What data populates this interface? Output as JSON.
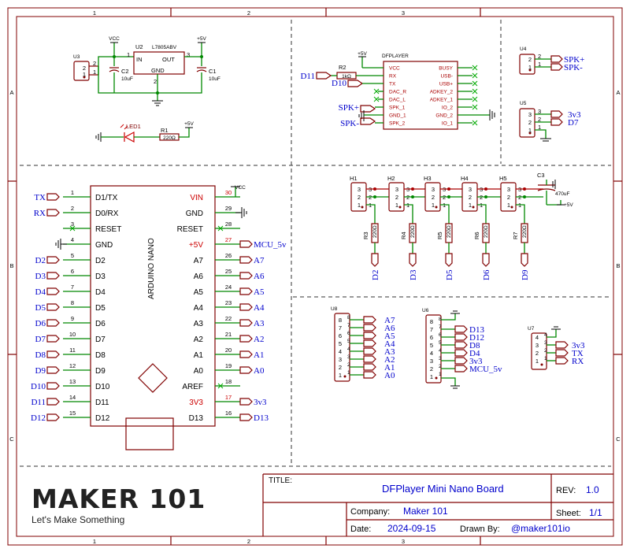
{
  "frame": {
    "columns": [
      "1",
      "2",
      "3"
    ],
    "rows": [
      "A",
      "B",
      "C"
    ]
  },
  "power": {
    "u3": "U3",
    "u2": "U2",
    "regulator": "L7805ABV",
    "in": "IN",
    "out": "OUT",
    "gnd": "GND",
    "pin1": "1",
    "pin2": "2",
    "pin3": "3",
    "vcc": "VCC",
    "plus5v": "+5V",
    "c2": "C2",
    "c2v": "10uF",
    "c1": "C1",
    "c1v": "10uF",
    "led1": "LED1",
    "r1": "R1",
    "r1v": "220Ω"
  },
  "dfplayer": {
    "title": "DFPLAYER",
    "r2": "R2",
    "r2v": "1kΩ",
    "vcc": "+5V",
    "left_pins": [
      "VCC",
      "RX",
      "TX",
      "DAC_R",
      "DAC_L",
      "SPK_1",
      "GND_1",
      "SPK_2"
    ],
    "right_pins": [
      "BUSY",
      "USB-",
      "USB+",
      "ADKEY_2",
      "ADKEY_1",
      "IO_2",
      "GND_2",
      "IO_1"
    ],
    "nets": {
      "d11": "D11",
      "d10": "D10",
      "spkp": "SPK+",
      "spkm": "SPK-"
    }
  },
  "u4": {
    "ref": "U4",
    "pins": [
      "2",
      "1"
    ],
    "nets": [
      "SPK+",
      "SPK-"
    ]
  },
  "u5": {
    "ref": "U5",
    "pins": [
      "3",
      "2",
      "1"
    ],
    "nets": [
      "3v3",
      "D7"
    ]
  },
  "nano": {
    "name": "ARDUINO NANO",
    "left": [
      {
        "net": "TX",
        "num": "1",
        "pin": "D1/TX"
      },
      {
        "net": "RX",
        "num": "2",
        "pin": "D0/RX"
      },
      {
        "net": "",
        "num": "3",
        "pin": "RESET"
      },
      {
        "net": "",
        "num": "4",
        "pin": "GND"
      },
      {
        "net": "D2",
        "num": "5",
        "pin": "D2"
      },
      {
        "net": "D3",
        "num": "6",
        "pin": "D3"
      },
      {
        "net": "D4",
        "num": "7",
        "pin": "D4"
      },
      {
        "net": "D5",
        "num": "8",
        "pin": "D5"
      },
      {
        "net": "D6",
        "num": "9",
        "pin": "D6"
      },
      {
        "net": "D7",
        "num": "10",
        "pin": "D7"
      },
      {
        "net": "D8",
        "num": "11",
        "pin": "D8"
      },
      {
        "net": "D9",
        "num": "12",
        "pin": "D9"
      },
      {
        "net": "D10",
        "num": "13",
        "pin": "D10"
      },
      {
        "net": "D11",
        "num": "14",
        "pin": "D11"
      },
      {
        "net": "D12",
        "num": "15",
        "pin": "D12"
      }
    ],
    "right": [
      {
        "net": "VCC",
        "num": "30",
        "pin": "VIN"
      },
      {
        "net": "",
        "num": "29",
        "pin": "GND"
      },
      {
        "net": "",
        "num": "28",
        "pin": "RESET"
      },
      {
        "net": "MCU_5v",
        "num": "27",
        "pin": "+5V"
      },
      {
        "net": "A7",
        "num": "26",
        "pin": "A7"
      },
      {
        "net": "A6",
        "num": "25",
        "pin": "A6"
      },
      {
        "net": "A5",
        "num": "24",
        "pin": "A5"
      },
      {
        "net": "A4",
        "num": "23",
        "pin": "A4"
      },
      {
        "net": "A3",
        "num": "22",
        "pin": "A3"
      },
      {
        "net": "A2",
        "num": "21",
        "pin": "A2"
      },
      {
        "net": "A1",
        "num": "20",
        "pin": "A1"
      },
      {
        "net": "A0",
        "num": "19",
        "pin": "A0"
      },
      {
        "net": "",
        "num": "18",
        "pin": "AREF"
      },
      {
        "net": "3v3",
        "num": "17",
        "pin": "3V3"
      },
      {
        "net": "D13",
        "num": "16",
        "pin": "D13"
      }
    ]
  },
  "headers": {
    "refs": [
      "H1",
      "H2",
      "H3",
      "H4",
      "H5"
    ],
    "resistors": [
      "R3",
      "R4",
      "R5",
      "R6",
      "R7"
    ],
    "rval": "220Ω",
    "nets": [
      "D2",
      "D3",
      "D5",
      "D6",
      "D9"
    ],
    "c3": "C3",
    "c3v": "470uF",
    "plus5v": "+5V"
  },
  "u8": {
    "ref": "U8",
    "pins": [
      "8",
      "7",
      "6",
      "5",
      "4",
      "3",
      "2",
      "1"
    ],
    "nets": [
      "A7",
      "A6",
      "A5",
      "A4",
      "A3",
      "A2",
      "A1",
      "A0"
    ]
  },
  "u6": {
    "ref": "U6",
    "pins": [
      "8",
      "7",
      "6",
      "5",
      "4",
      "3",
      "2",
      "1"
    ],
    "nets": [
      "D13",
      "D12",
      "D8",
      "D4",
      "3v3",
      "MCU_5v"
    ]
  },
  "u7": {
    "ref": "U7",
    "pins": [
      "4",
      "3",
      "2",
      "1"
    ],
    "nets": [
      "3v3",
      "TX",
      "RX"
    ]
  },
  "titleblock": {
    "brand": "MAKER 101",
    "tagline": "Let's Make Something",
    "title_label": "TITLE:",
    "title": "DFPlayer Mini Nano Board",
    "rev_label": "REV:",
    "rev": "1.0",
    "company_label": "Company:",
    "company": "Maker 101",
    "sheet_label": "Sheet:",
    "sheet": "1/1",
    "date_label": "Date:",
    "date": "2024-09-15",
    "drawn_label": "Drawn By:",
    "drawn": "@maker101io"
  }
}
